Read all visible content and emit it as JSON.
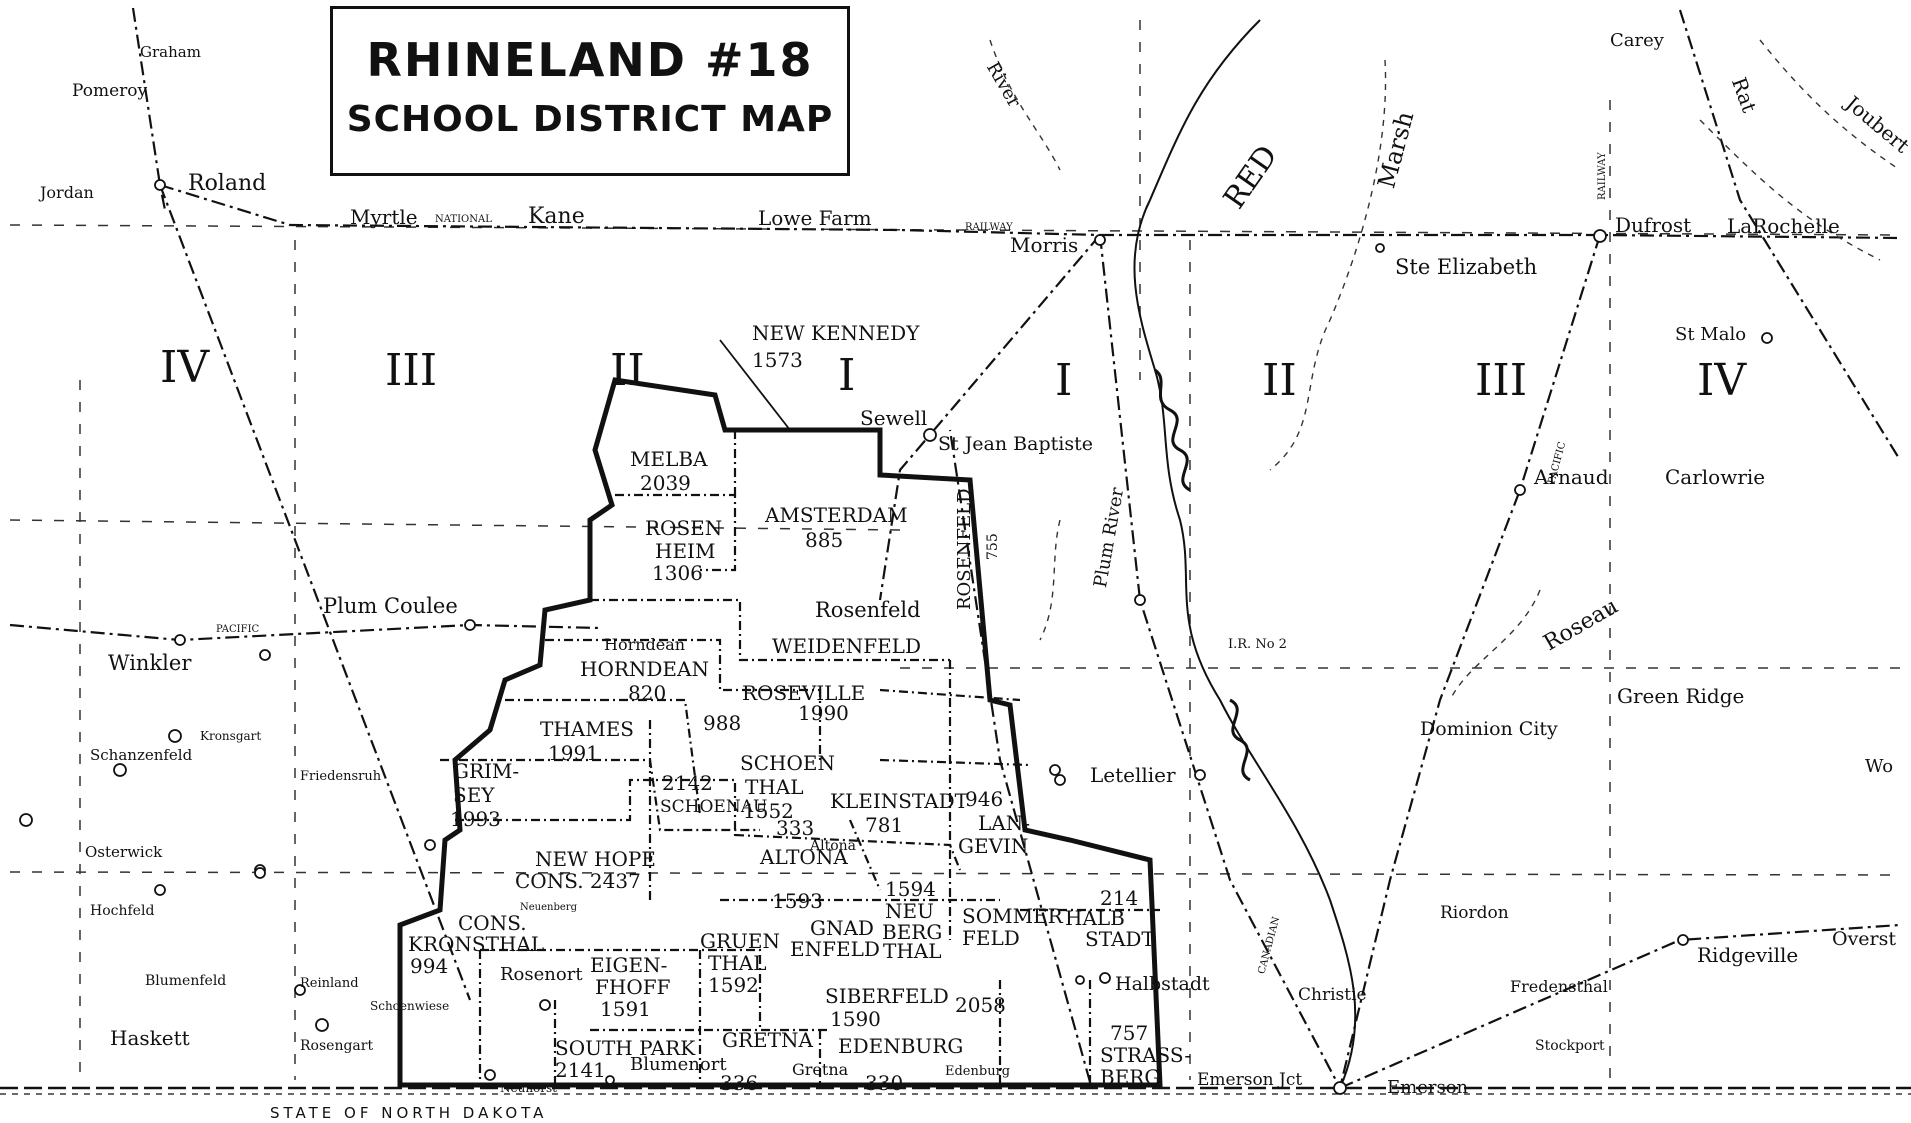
{
  "title": {
    "line1": "RHINELAND #18",
    "line2": "SCHOOL DISTRICT MAP"
  },
  "ranges": [
    "IV",
    "III",
    "II",
    "I",
    "I",
    "II",
    "III",
    "IV"
  ],
  "places": {
    "graham": "Graham",
    "pomeroy": "Pomeroy",
    "jordan": "Jordan",
    "roland": "Roland",
    "myrtle": "Myrtle",
    "national": "NATIONAL",
    "kane": "Kane",
    "lowe_farm": "Lowe Farm",
    "railway1": "RAILWAY",
    "morris": "Morris",
    "ste_elizabeth": "Ste Elizabeth",
    "carey": "Carey",
    "dufrost": "Dufrost",
    "larochelle": "LaRochelle",
    "st_malo": "St Malo",
    "sewell": "Sewell",
    "st_jean": "St Jean Baptiste",
    "arnaud": "Arnaud",
    "carlowrie": "Carlowrie",
    "plum_coulee": "Plum Coulee",
    "winkler": "Winkler",
    "pacific1": "PACIFIC",
    "rosenfeld_town": "Rosenfeld",
    "letellier": "Letellier",
    "dominion_city": "Dominion City",
    "green_ridge": "Green Ridge",
    "riordon": "Riordon",
    "ridgeville": "Ridgeville",
    "fredensthal": "Fredensthal",
    "stockport": "Stockport",
    "christie": "Christie",
    "emerson": "Emerson",
    "emerson_jct": "Emerson Jct",
    "halbstadt_town": "Halbstadt",
    "haskett": "Haskett",
    "schoenwiese": "Schoenwiese",
    "blumenfeld": "Blumenfeld",
    "reinland": "Reinland",
    "rosengart": "Rosengart",
    "kronsgart": "Kronsgart",
    "schanzenfeld": "Schanzenfeld",
    "friedensruh": "Friedensruh",
    "osterwick": "Osterwick",
    "hochfeld": "Hochfeld",
    "neuhorst": "Neuhorst",
    "blumenort": "Blumenort",
    "gretna_town": "Gretna",
    "edenburg_town": "Edenburg",
    "horndean_town": "Horndean",
    "altona_town": "Altona",
    "rosenort": "Rosenort",
    "neuenberg": "Neuenberg",
    "state": "STATE OF NORTH DAKOTA",
    "ir_no2": "I.R. No 2",
    "red": "RED",
    "river_red": "River",
    "marsh": "Marsh",
    "roseau": "Roseau",
    "plum_river": "Plum River",
    "joubert": "Joubert",
    "canadian": "CANADIAN",
    "pacific2": "PACIFIC",
    "railway2": "RAILWAY",
    "wo": "Wo",
    "overst": "Overst",
    "rat": "Rat"
  },
  "districts": {
    "new_kennedy": {
      "name": "NEW KENNEDY",
      "num": "1573"
    },
    "melba": {
      "name": "MELBA",
      "num": "2039"
    },
    "amsterdam": {
      "name": "AMSTERDAM",
      "num": "885"
    },
    "rosenheim": {
      "name1": "ROSEN",
      "name2": "HEIM",
      "num": "1306"
    },
    "rosenfeld": {
      "name": "ROSENFELD",
      "num": "755"
    },
    "weidenfeld": {
      "name": "WEIDENFELD"
    },
    "horndean": {
      "name": "HORNDEAN",
      "num": "820"
    },
    "roseville": {
      "name": "ROSEVILLE",
      "num": "1990"
    },
    "d988": {
      "num": "988"
    },
    "thames": {
      "name": "THAMES",
      "num": "1991"
    },
    "grimsey": {
      "name1": "GRIM-",
      "name2": "SEY",
      "num": "1993"
    },
    "schoenthal": {
      "name1": "SCHOEN",
      "name2": "THAL",
      "num": "1552"
    },
    "schoenau": {
      "num": "2142",
      "name": "SCHOENAU"
    },
    "d333": {
      "num": "333"
    },
    "kleinstadt": {
      "name": "KLEINSTADT",
      "num": "781"
    },
    "langevin": {
      "num": "946",
      "name1": "LAN-",
      "name2": "GEVIN"
    },
    "new_hope": {
      "name": "NEW HOPE",
      "num": "CONS. 2437"
    },
    "altona": {
      "name": "ALTONA"
    },
    "d1593": {
      "num": "1593"
    },
    "d1594": {
      "num": "1594"
    },
    "neuberg": {
      "name1": "NEU",
      "name2": "BERG"
    },
    "gnadenfeld": {
      "name1": "GNAD",
      "name2": "ENFELD"
    },
    "gnadenthal": {
      "name": "THAL"
    },
    "sommerfeld": {
      "name1": "SOMMER",
      "name2": "FELD"
    },
    "halbstadt": {
      "num": "214",
      "name1": "HALB",
      "name2": "STADT"
    },
    "kronsthal": {
      "name1": "CONS.",
      "name2": "KRONSTHAL",
      "num": "994"
    },
    "eigenhoff": {
      "name1": "EIGEN-",
      "name2": "FHOFF",
      "num": "1591"
    },
    "gruenthal": {
      "name1": "GRUEN",
      "name2": "THAL",
      "num": "1592"
    },
    "siberfeld": {
      "name": "SIBERFELD",
      "num": "1590"
    },
    "d2058": {
      "num": "2058"
    },
    "south_park": {
      "name": "SOUTH PARK",
      "num": "2141"
    },
    "gretna": {
      "name": "GRETNA",
      "num": "336"
    },
    "edenburg": {
      "name": "EDENBURG",
      "num": "330"
    },
    "strassberg": {
      "num": "757",
      "name1": "STRASS-",
      "name2": "BERG"
    }
  }
}
